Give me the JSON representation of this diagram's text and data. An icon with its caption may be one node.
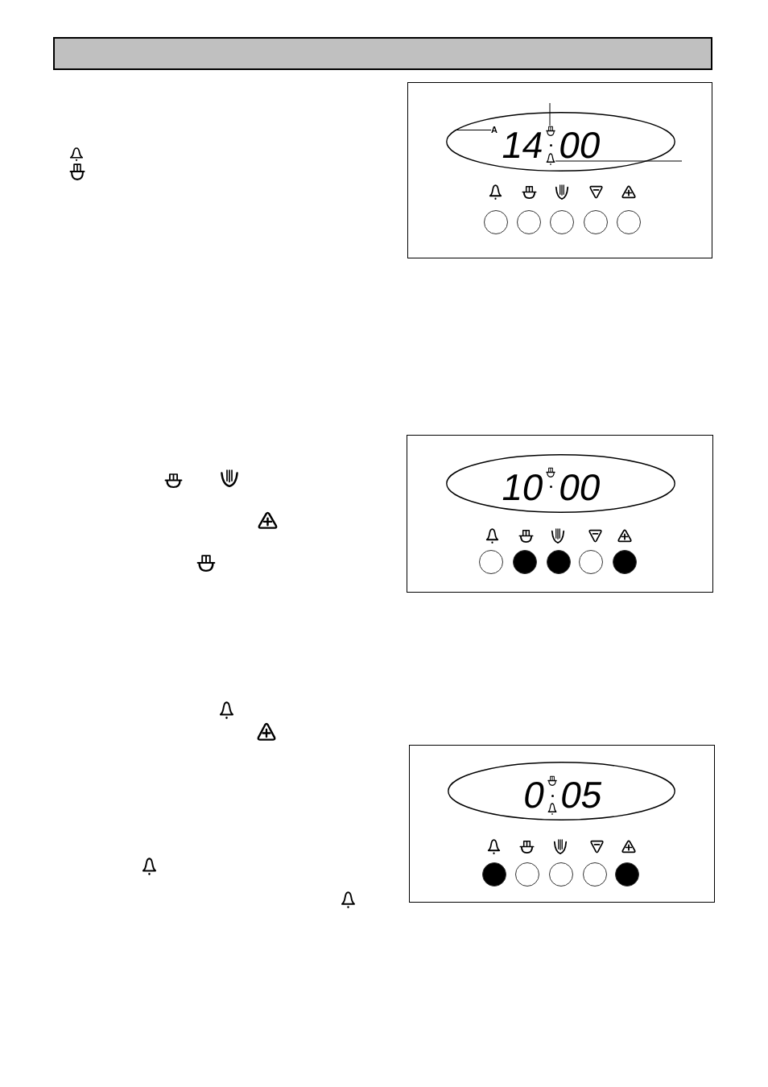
{
  "diagram": {
    "nodes": [
      {
        "text": [],
        "shape": "bar"
      },
      {
        "text": [],
        "shape": "box"
      },
      {
        "text": [
          "14",
          "00"
        ],
        "in": 1
      },
      {
        "text": [
          "A"
        ],
        "in": 2
      },
      {
        "text": [],
        "shape": "picture",
        "in": 2
      },
      {
        "text": [],
        "shape": "picture",
        "in": 2
      },
      {
        "text": [],
        "shape": "box"
      },
      {
        "text": [
          "10",
          "00"
        ],
        "in": 6
      },
      {
        "text": [],
        "shape": "box"
      },
      {
        "text": [
          "0",
          "05"
        ],
        "in": 8
      }
    ],
    "edges": [
      {
        "from": 3,
        "to": 2,
        "arrow": "none"
      },
      {
        "from": null,
        "to": 4,
        "arrow": "none"
      },
      {
        "from": null,
        "to": 5,
        "arrow": "none"
      }
    ]
  }
}
